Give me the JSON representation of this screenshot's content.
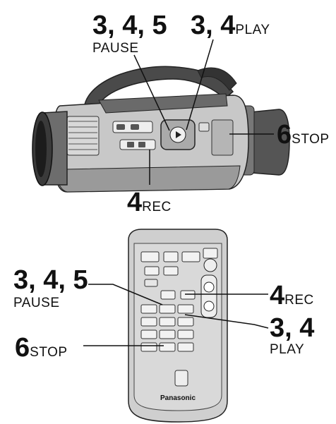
{
  "camera": {
    "callout_pause": {
      "number": "3, 4, 5",
      "label": "PAUSE"
    },
    "callout_play": {
      "number": "3, 4",
      "label": "PLAY"
    },
    "callout_stop": {
      "number": "6",
      "label": "STOP"
    },
    "callout_rec": {
      "number": "4",
      "label": "REC"
    }
  },
  "remote": {
    "brand": "Panasonic",
    "callout_pause": {
      "number": "3, 4, 5",
      "label": "PAUSE"
    },
    "callout_rec": {
      "number": "4",
      "label": "REC"
    },
    "callout_play": {
      "number": "3, 4",
      "label": "PLAY"
    },
    "callout_stop": {
      "number": "6",
      "label": "STOP"
    }
  }
}
